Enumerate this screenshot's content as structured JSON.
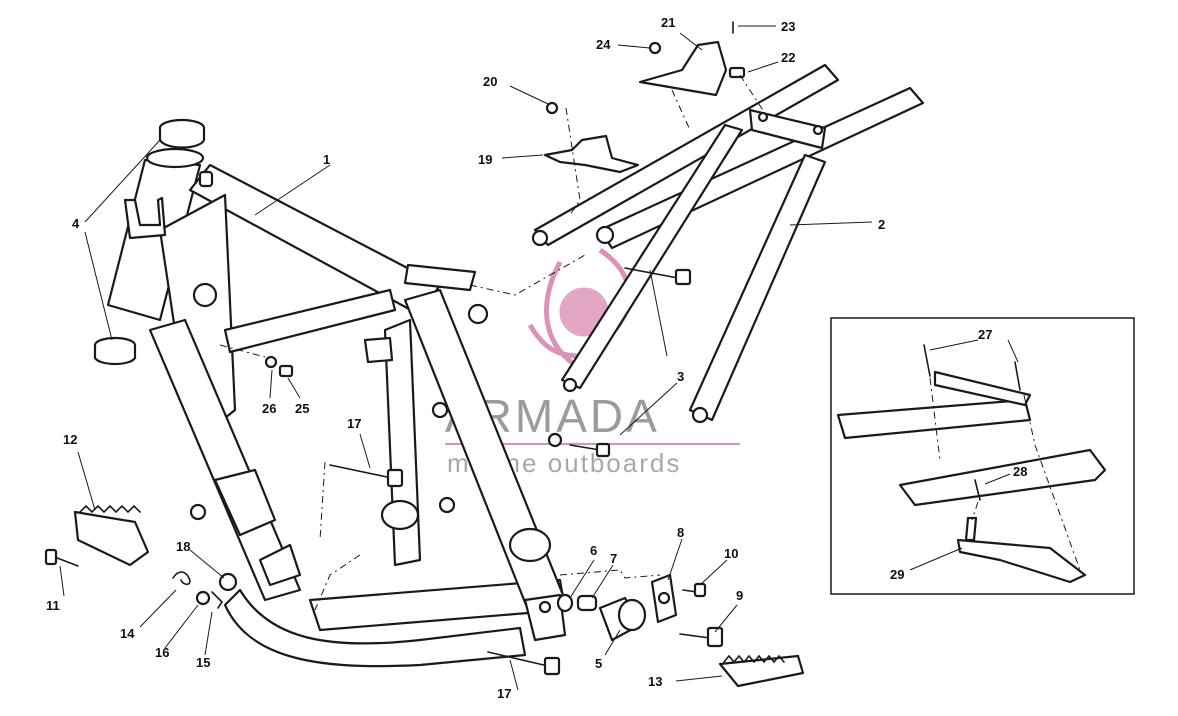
{
  "diagram": {
    "labels": [
      "1",
      "2",
      "3",
      "4",
      "5",
      "6",
      "7",
      "8",
      "9",
      "10",
      "11",
      "12",
      "13",
      "14",
      "15",
      "16",
      "17",
      "17",
      "18",
      "19",
      "20",
      "21",
      "22",
      "23",
      "24",
      "25",
      "26",
      "27",
      "28",
      "29"
    ]
  },
  "watermark": {
    "title": "ARMADA",
    "subtitle": "marine outboards",
    "title_color": "#8a8a8a",
    "subtitle_color": "#9a9a9a",
    "accent_color": "#d67fab"
  },
  "colors": {
    "line": "#1a1a1a",
    "background": "#ffffff"
  }
}
